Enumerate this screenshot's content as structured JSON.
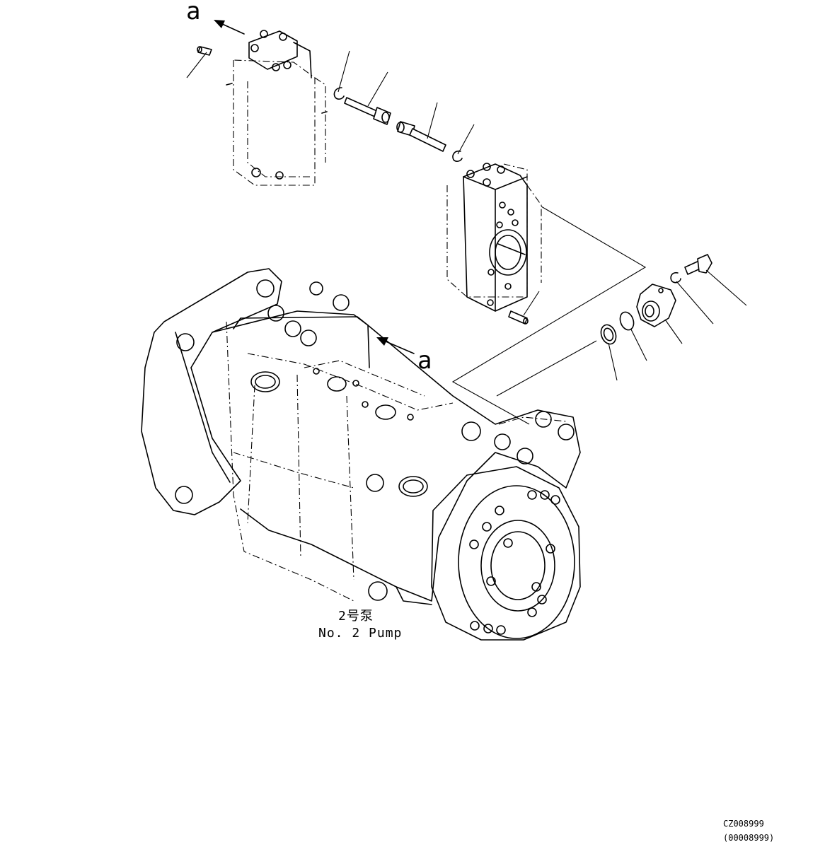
{
  "view_ref": {
    "top": "a",
    "mid": "a"
  },
  "pump_label": {
    "jp": "2号泵",
    "en": "No. 2 Pump"
  },
  "drawing_codes": {
    "primary": "CZ008999",
    "secondary": "(00008999)"
  }
}
